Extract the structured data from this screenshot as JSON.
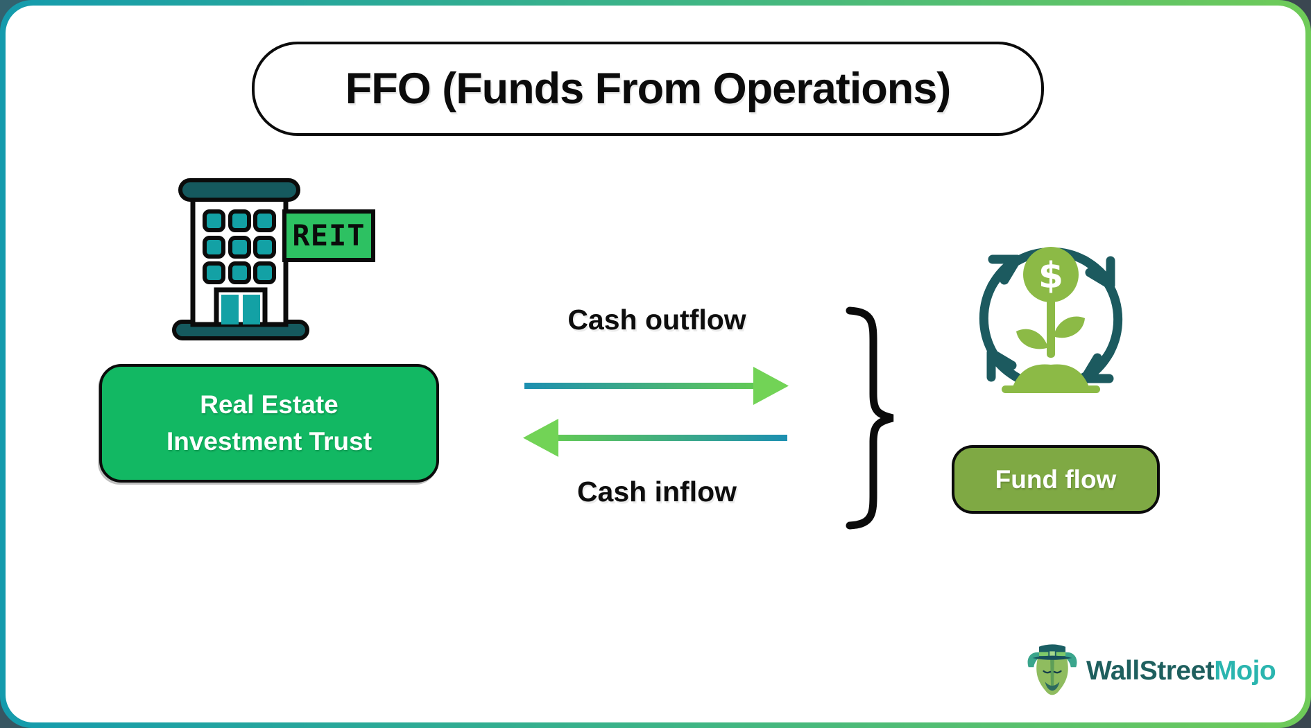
{
  "title": "FFO (Funds From Operations)",
  "reit": {
    "sign_label": "REIT",
    "box_label_line1": "Real Estate",
    "box_label_line2": "Investment Trust"
  },
  "flows": {
    "outflow_label": "Cash outflow",
    "inflow_label": "Cash inflow"
  },
  "fund_icon": {
    "dollar": "$"
  },
  "fund_flow": {
    "box_label": "Fund flow"
  },
  "logo": {
    "part1": "WallStreet",
    "part2": "Mojo"
  },
  "colors": {
    "frame_gradient_start": "#149bad",
    "frame_gradient_end": "#6fcb58",
    "reit_sign_green": "#2dc162",
    "reit_box_green": "#12b863",
    "fund_flow_olive": "#7fa944",
    "plant_green": "#8cba46",
    "cycle_arrow_teal": "#1c5a5f",
    "building_teal_dark": "#15595e",
    "building_window_teal": "#13a1a5",
    "arrow_teal": "#1c8fb1",
    "arrow_green": "#62c955",
    "arrowhead_green": "#72d356",
    "logo_dark_teal": "#1e5f5e",
    "logo_light_teal": "#2ab5af"
  }
}
